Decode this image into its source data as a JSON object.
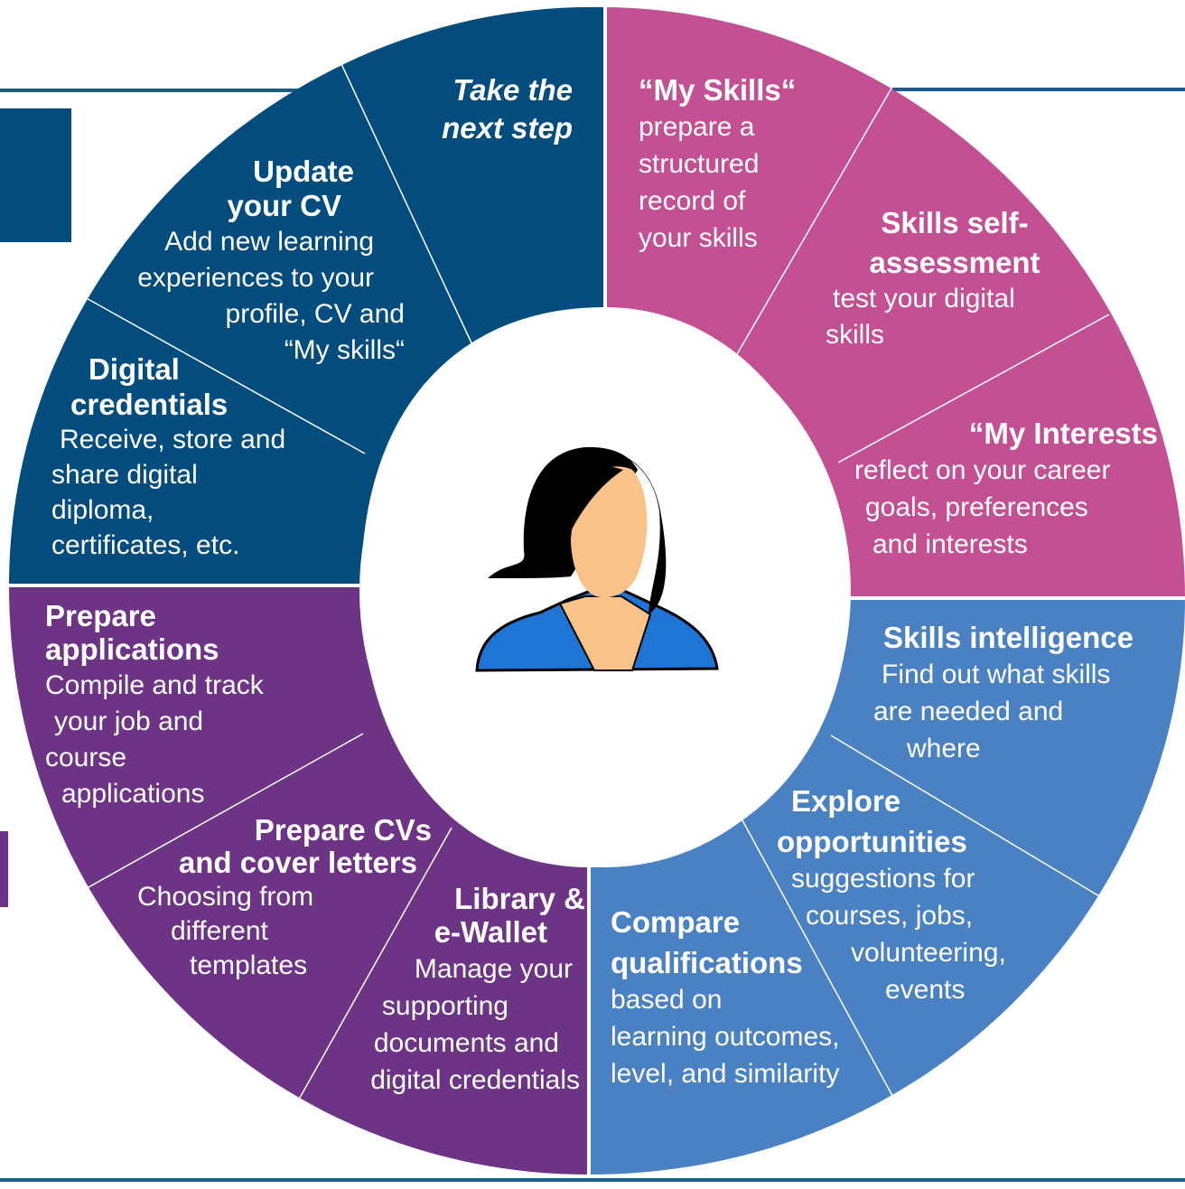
{
  "colors": {
    "navy": "#034C7E",
    "magenta": "#C45094",
    "steel_blue": "#4A81C2",
    "purple": "#6D3384",
    "center": "#FFFFFF",
    "accent_line": "#034C7E"
  },
  "center_icon": "person-avatar-icon",
  "segments": [
    {
      "id": "take-next-step",
      "color": "navy",
      "title_lines": [
        "Take the",
        "next step"
      ],
      "body_lines": []
    },
    {
      "id": "my-skills",
      "color": "magenta",
      "title_lines": [
        "“My Skills“"
      ],
      "body_lines": [
        "prepare a",
        "structured",
        "record of",
        "your skills"
      ]
    },
    {
      "id": "skills-self-assessment",
      "color": "magenta",
      "title_lines": [
        "Skills self-",
        "assessment"
      ],
      "body_lines": [
        "test your digital",
        "skills"
      ]
    },
    {
      "id": "my-interests",
      "color": "magenta",
      "title_lines": [
        "“My Interests"
      ],
      "body_lines": [
        "reflect on your career",
        "goals, preferences",
        "and interests"
      ]
    },
    {
      "id": "skills-intelligence",
      "color": "steel_blue",
      "title_lines": [
        "Skills intelligence"
      ],
      "body_lines": [
        "Find out what skills",
        "are needed and",
        "where"
      ]
    },
    {
      "id": "explore-opportunities",
      "color": "steel_blue",
      "title_lines": [
        "Explore",
        "opportunities"
      ],
      "body_lines": [
        "suggestions for",
        "courses, jobs,",
        "volunteering,",
        "events"
      ]
    },
    {
      "id": "compare-qualifications",
      "color": "steel_blue",
      "title_lines": [
        "Compare",
        "qualifications"
      ],
      "body_lines": [
        "based on",
        "learning outcomes,",
        "level, and similarity"
      ]
    },
    {
      "id": "library-ewallet",
      "color": "purple",
      "title_lines": [
        "Library &",
        "e-Wallet"
      ],
      "body_lines": [
        "Manage your",
        "supporting",
        "documents and",
        "digital credentials"
      ]
    },
    {
      "id": "prepare-cvs",
      "color": "purple",
      "title_lines": [
        "Prepare CVs",
        "and cover letters"
      ],
      "body_lines": [
        "Choosing from",
        "different",
        "templates"
      ]
    },
    {
      "id": "prepare-applications",
      "color": "purple",
      "title_lines": [
        "Prepare",
        "applications"
      ],
      "body_lines": [
        "Compile and track",
        "your job and",
        "course",
        "applications"
      ]
    },
    {
      "id": "digital-credentials",
      "color": "navy",
      "title_lines": [
        "Digital",
        "credentials"
      ],
      "body_lines": [
        "Receive, store and",
        "share digital",
        "diploma,",
        "certificates, etc."
      ]
    },
    {
      "id": "update-cv",
      "color": "navy",
      "title_lines": [
        "Update",
        "your CV"
      ],
      "body_lines": [
        "Add new learning",
        "experiences to your",
        "profile, CV and",
        "“My skills“"
      ]
    }
  ]
}
